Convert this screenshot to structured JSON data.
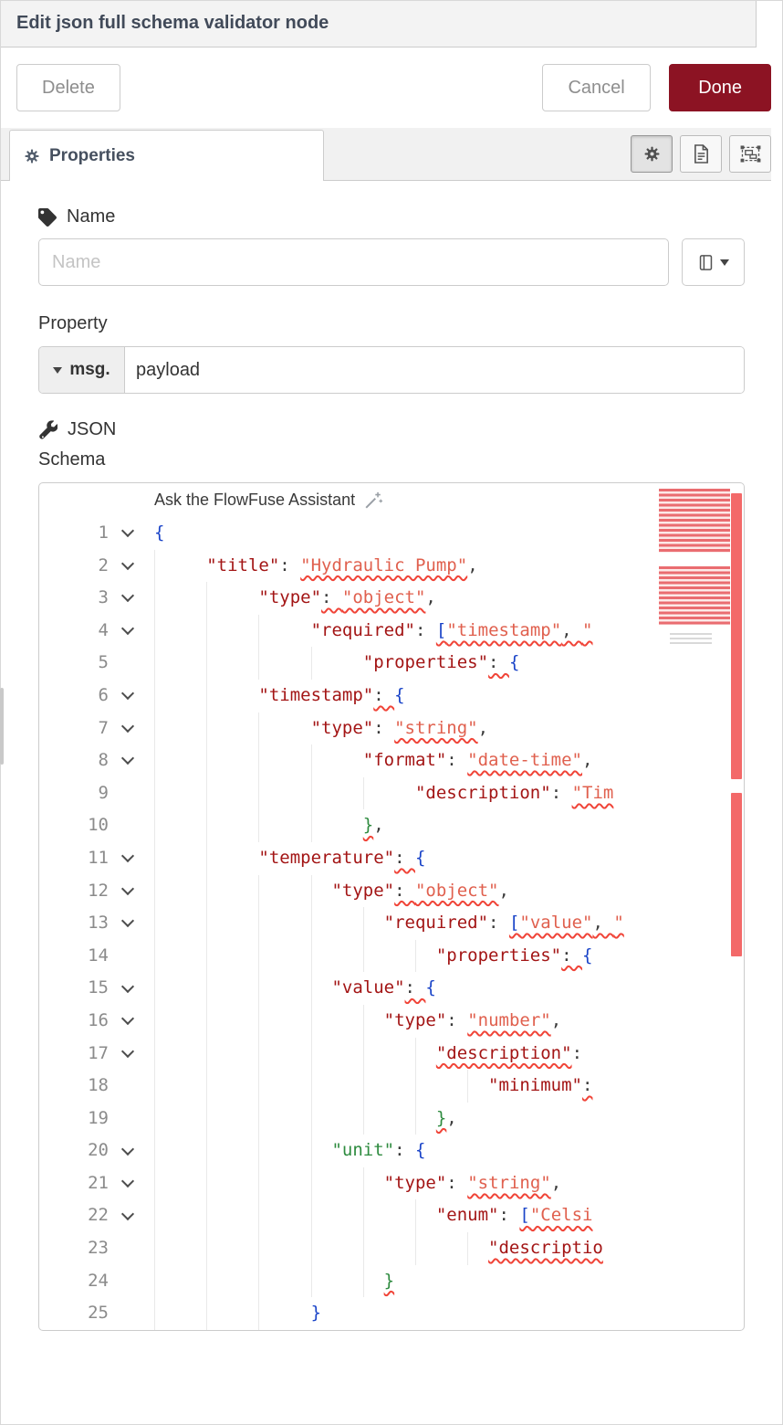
{
  "colors": {
    "accent": "#8c1323",
    "error": "#f04438",
    "key": "#a31515",
    "string": "#e0604e",
    "punct_blue": "#1a44c8",
    "punct_green": "#2e8b3f"
  },
  "header": {
    "title": "Edit json full schema validator node"
  },
  "toolbar": {
    "delete_label": "Delete",
    "cancel_label": "Cancel",
    "done_label": "Done"
  },
  "tabs": {
    "properties_label": "Properties"
  },
  "form": {
    "name_label": "Name",
    "name_placeholder": "Name",
    "property_label": "Property",
    "property_prefix": "msg.",
    "property_value": "payload",
    "json_label": "JSON",
    "schema_label": "Schema"
  },
  "editor": {
    "assistant_hint": "Ask the FlowFuse Assistant",
    "lines": [
      {
        "n": 1,
        "fold": true,
        "indent": 0,
        "tokens": [
          [
            "{",
            "pb",
            false
          ]
        ]
      },
      {
        "n": 2,
        "fold": true,
        "indent": 5,
        "tokens": [
          [
            "\"title\"",
            "key",
            false
          ],
          [
            ": ",
            "pln",
            false
          ],
          [
            "\"Hydraulic Pump\"",
            "str",
            true
          ],
          [
            ",",
            "pln",
            false
          ]
        ]
      },
      {
        "n": 3,
        "fold": true,
        "indent": 10,
        "tokens": [
          [
            "\"type\"",
            "key",
            false
          ],
          [
            ": ",
            "pln",
            true
          ],
          [
            "\"object\"",
            "str",
            true
          ],
          [
            ",",
            "pln",
            false
          ]
        ]
      },
      {
        "n": 4,
        "fold": true,
        "indent": 15,
        "tokens": [
          [
            "\"required\"",
            "key",
            false
          ],
          [
            ": ",
            "pln",
            false
          ],
          [
            "[",
            "pb",
            true
          ],
          [
            "\"timestamp\"",
            "str",
            true
          ],
          [
            ", ",
            "pln",
            true
          ],
          [
            "\"",
            "str",
            true
          ]
        ]
      },
      {
        "n": 5,
        "fold": false,
        "indent": 20,
        "tokens": [
          [
            "\"properties\"",
            "key",
            false
          ],
          [
            ": ",
            "pln",
            true
          ],
          [
            "{",
            "pb",
            false
          ]
        ]
      },
      {
        "n": 6,
        "fold": true,
        "indent": 10,
        "tokens": [
          [
            "\"timestamp\"",
            "key",
            false
          ],
          [
            ": ",
            "pln",
            true
          ],
          [
            "{",
            "pb",
            false
          ]
        ]
      },
      {
        "n": 7,
        "fold": true,
        "indent": 15,
        "tokens": [
          [
            "\"type\"",
            "key",
            false
          ],
          [
            ": ",
            "pln",
            false
          ],
          [
            "\"string\"",
            "str",
            true
          ],
          [
            ",",
            "pln",
            false
          ]
        ]
      },
      {
        "n": 8,
        "fold": true,
        "indent": 20,
        "tokens": [
          [
            "\"format\"",
            "key",
            false
          ],
          [
            ": ",
            "pln",
            false
          ],
          [
            "\"date-time\"",
            "str",
            true
          ],
          [
            ",",
            "pln",
            false
          ]
        ]
      },
      {
        "n": 9,
        "fold": false,
        "indent": 25,
        "tokens": [
          [
            "\"description\"",
            "key",
            false
          ],
          [
            ": ",
            "pln",
            false
          ],
          [
            "\"Tim",
            "str",
            true
          ]
        ]
      },
      {
        "n": 10,
        "fold": false,
        "indent": 20,
        "tokens": [
          [
            "}",
            "pg",
            true
          ],
          [
            ",",
            "pln",
            false
          ]
        ]
      },
      {
        "n": 11,
        "fold": true,
        "indent": 10,
        "tokens": [
          [
            "\"temperature\"",
            "key",
            false
          ],
          [
            ": ",
            "pln",
            true
          ],
          [
            "{",
            "pb",
            false
          ]
        ]
      },
      {
        "n": 12,
        "fold": true,
        "indent": 17,
        "tokens": [
          [
            "\"type\"",
            "key",
            false
          ],
          [
            ": ",
            "pln",
            true
          ],
          [
            "\"object\"",
            "str",
            true
          ],
          [
            ",",
            "pln",
            false
          ]
        ]
      },
      {
        "n": 13,
        "fold": true,
        "indent": 22,
        "tokens": [
          [
            "\"required\"",
            "key",
            false
          ],
          [
            ": ",
            "pln",
            false
          ],
          [
            "[",
            "pb",
            true
          ],
          [
            "\"value\"",
            "str",
            true
          ],
          [
            ", ",
            "pln",
            true
          ],
          [
            "\"",
            "str",
            true
          ]
        ]
      },
      {
        "n": 14,
        "fold": false,
        "indent": 27,
        "tokens": [
          [
            "\"properties\"",
            "key",
            false
          ],
          [
            ": ",
            "pln",
            true
          ],
          [
            "{",
            "pb",
            false
          ]
        ]
      },
      {
        "n": 15,
        "fold": true,
        "indent": 17,
        "tokens": [
          [
            "\"value\"",
            "key",
            false
          ],
          [
            ": ",
            "pln",
            true
          ],
          [
            "{",
            "pb",
            false
          ]
        ]
      },
      {
        "n": 16,
        "fold": true,
        "indent": 22,
        "tokens": [
          [
            "\"type\"",
            "key",
            false
          ],
          [
            ": ",
            "pln",
            false
          ],
          [
            "\"number\"",
            "str",
            true
          ],
          [
            ",",
            "pln",
            false
          ]
        ]
      },
      {
        "n": 17,
        "fold": true,
        "indent": 27,
        "tokens": [
          [
            "\"description\"",
            "key",
            true
          ],
          [
            ":",
            "pln",
            false
          ]
        ]
      },
      {
        "n": 18,
        "fold": false,
        "indent": 32,
        "tokens": [
          [
            "\"minimum\"",
            "key",
            false
          ],
          [
            ":",
            "pln",
            true
          ]
        ]
      },
      {
        "n": 19,
        "fold": false,
        "indent": 27,
        "tokens": [
          [
            "}",
            "pg",
            true
          ],
          [
            ",",
            "pln",
            false
          ]
        ]
      },
      {
        "n": 20,
        "fold": true,
        "indent": 17,
        "tokens": [
          [
            "\"unit\"",
            "kg",
            false
          ],
          [
            ": ",
            "pln",
            false
          ],
          [
            "{",
            "pb",
            false
          ]
        ]
      },
      {
        "n": 21,
        "fold": true,
        "indent": 22,
        "tokens": [
          [
            "\"type\"",
            "key",
            false
          ],
          [
            ": ",
            "pln",
            false
          ],
          [
            "\"string\"",
            "str",
            true
          ],
          [
            ",",
            "pln",
            false
          ]
        ]
      },
      {
        "n": 22,
        "fold": true,
        "indent": 27,
        "tokens": [
          [
            "\"enum\"",
            "key",
            false
          ],
          [
            ": ",
            "pln",
            false
          ],
          [
            "[",
            "pb",
            true
          ],
          [
            "\"Celsi",
            "str",
            true
          ]
        ]
      },
      {
        "n": 23,
        "fold": false,
        "indent": 32,
        "tokens": [
          [
            "\"descriptio",
            "key",
            true
          ]
        ]
      },
      {
        "n": 24,
        "fold": false,
        "indent": 22,
        "tokens": [
          [
            "}",
            "pg",
            true
          ]
        ]
      },
      {
        "n": 25,
        "fold": false,
        "indent": 15,
        "tokens": [
          [
            "}",
            "pb",
            false
          ]
        ]
      }
    ]
  }
}
